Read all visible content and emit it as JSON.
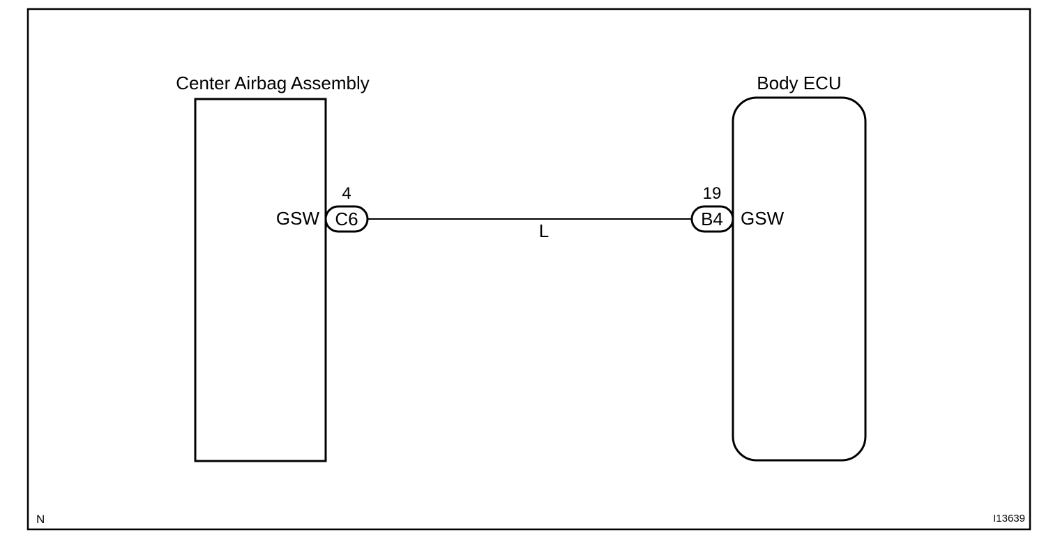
{
  "components": {
    "left": {
      "name": "Center Airbag Assembly",
      "terminal": "GSW"
    },
    "right": {
      "name": "Body ECU",
      "terminal": "GSW"
    }
  },
  "connectors": {
    "left": {
      "id": "C6",
      "pin": "4"
    },
    "right": {
      "id": "B4",
      "pin": "19"
    }
  },
  "wire": {
    "color_code": "L"
  },
  "corner_labels": {
    "bottom_left": "N",
    "bottom_right": "I13639"
  },
  "colors": {
    "line": "#000000",
    "background": "#ffffff"
  }
}
